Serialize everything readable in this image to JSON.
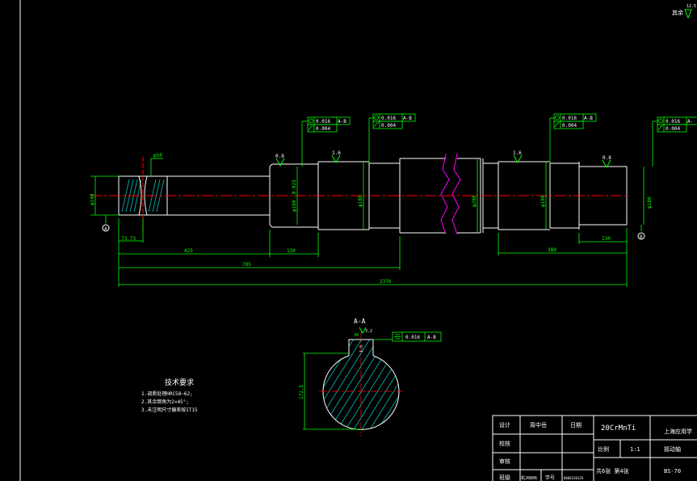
{
  "corner_note": "其余",
  "corner_roughness": "12.5",
  "section_label": "A-A",
  "roughness": {
    "r1": "0.8",
    "r2": "1.6",
    "r3": "1.6",
    "r4": "0.8",
    "key_top": "3.2",
    "key_side": "1.6"
  },
  "tolerance_frames": {
    "f1_runout": "0.016",
    "f1_datum": "A-B",
    "f1_cyl": "0.004",
    "f2_runout": "0.016",
    "f2_datum": "A-B",
    "f2_cyl": "0.004",
    "f3_runout": "0.016",
    "f3_datum": "A-B",
    "f3_cyl": "0.004",
    "f4_runout": "0.016",
    "f4_datum": "A-",
    "f4_cyl": "0.004",
    "key_sym": "0.016",
    "key_datum": "A-B"
  },
  "datums": {
    "a": "A",
    "b": "B"
  },
  "dimensions": {
    "d_left_end": "φ140",
    "d_groove": "φ50",
    "d_journal1": "φ160 -0.025",
    "d_seat1": "φ180",
    "d_body": "φ280",
    "d_seat2": "φ180",
    "d_journal2": "φ180",
    "len_left": "73.73",
    "len_425": "425",
    "len_130a": "130",
    "len_785": "785",
    "len_380": "380",
    "len_130b": "130",
    "len_total": "2376",
    "key_width": "30",
    "key_depth": "1.5",
    "key_height": "172.5"
  },
  "tech": {
    "title": "技术要求",
    "items": [
      "1.调质处理HRC58~62;",
      "2.其余倒角为2×45°;",
      "3.未注明尺寸偏差按IT15"
    ]
  },
  "title_block": {
    "design_label": "设计",
    "designer": "周中岳",
    "date_label": "日期",
    "material": "20CrMnTi",
    "company": "上海应用学",
    "check_label": "校核",
    "scale_label": "比例",
    "scale": "1:1",
    "part_name": "摇动轴",
    "audit_label": "审核",
    "class_label": "班级",
    "class_value": "机J0806",
    "student_label": "学号",
    "student_id": "0806230129",
    "sheet_info": "共6张 第4张",
    "drawing_no": "BS-70"
  }
}
